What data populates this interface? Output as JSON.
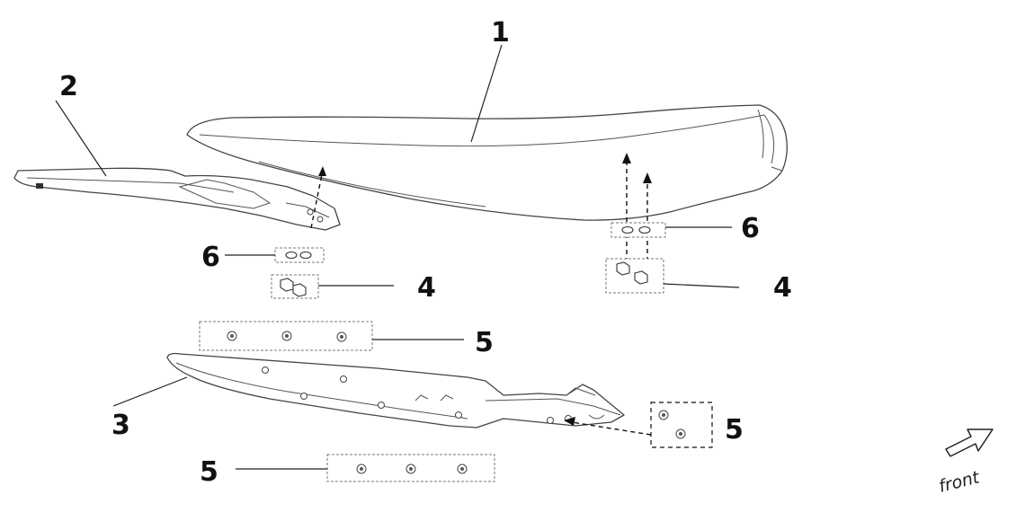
{
  "callouts": {
    "c1": "1",
    "c2": "2",
    "c3": "3",
    "c4_left": "4",
    "c4_right": "4",
    "c5_top": "5",
    "c5_side": "5",
    "c5_bottom": "5",
    "c6_left": "6",
    "c6_right": "6"
  },
  "direction": {
    "label": "front",
    "icon": "arrow-outline-icon"
  },
  "colors": {
    "line": "#444444",
    "text": "#111111",
    "background": "#ffffff"
  }
}
